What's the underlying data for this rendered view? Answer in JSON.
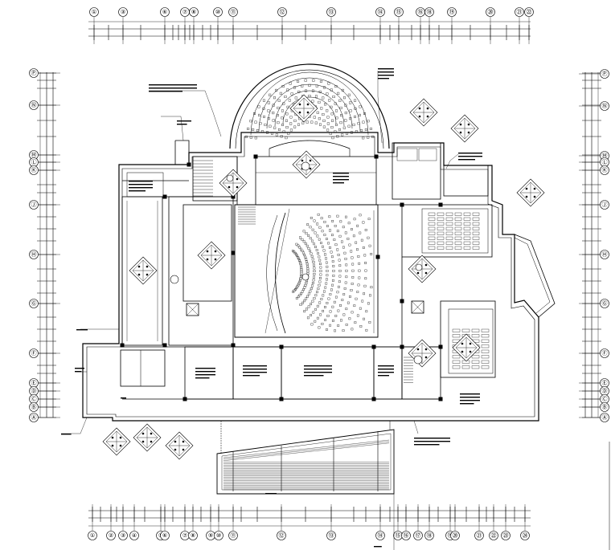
{
  "drawing": {
    "colors": {
      "line": "#000000",
      "background": "#ffffff"
    },
    "grid_top": [
      "①",
      "③",
      "⑥",
      "⑦",
      "⑧",
      "⑩",
      "⑪",
      "⑫",
      "⑬",
      "⑭",
      "⑮",
      "⑯",
      "⑱",
      "⑲",
      "⑳",
      "㉑",
      "㉒"
    ],
    "grid_bottom": [
      "①",
      "②",
      "③",
      "④",
      "⑤",
      "⑥",
      "⑦",
      "⑧",
      "⑨",
      "⑩",
      "⑪",
      "⑫",
      "⑬",
      "⑭",
      "⑮",
      "⑯",
      "⑰",
      "⑱",
      "⑲",
      "⑳",
      "㉑",
      "㉒",
      "㉓",
      "㉔"
    ],
    "grid_left": [
      "Ⓟ",
      "Ⓝ",
      "Ⓜ",
      "Ⓛ",
      "Ⓚ",
      "Ⓙ",
      "Ⓗ",
      "Ⓖ",
      "Ⓕ",
      "Ⓔ",
      "Ⓓ",
      "Ⓒ",
      "Ⓑ",
      "Ⓐ"
    ],
    "grid_right": [
      "Ⓟ",
      "Ⓝ",
      "Ⓜ",
      "Ⓛ",
      "Ⓚ",
      "Ⓙ",
      "Ⓗ",
      "Ⓖ",
      "Ⓕ",
      "Ⓔ",
      "Ⓓ",
      "Ⓒ",
      "Ⓑ",
      "Ⓐ"
    ]
  }
}
